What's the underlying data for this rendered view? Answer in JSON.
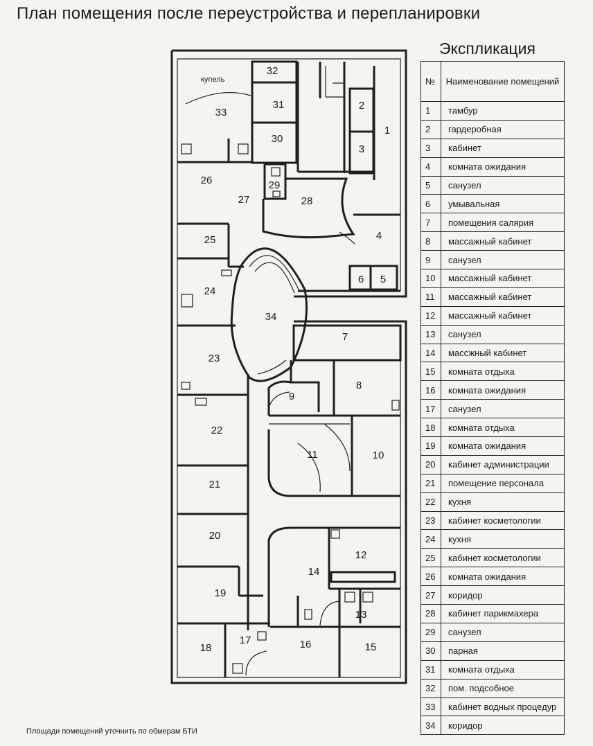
{
  "title": "План помещения после переустройства и перепланировки",
  "explication": {
    "heading": "Экспликация",
    "col_num": "№",
    "col_name": "Наименование помещений",
    "rows": [
      {
        "n": "1",
        "name": "тамбур"
      },
      {
        "n": "2",
        "name": "гардеробная"
      },
      {
        "n": "3",
        "name": "кабинет"
      },
      {
        "n": "4",
        "name": "комната ожидания"
      },
      {
        "n": "5",
        "name": "санузел"
      },
      {
        "n": "6",
        "name": "умывальная"
      },
      {
        "n": "7",
        "name": "помещения салярия"
      },
      {
        "n": "8",
        "name": "массажный кабинет"
      },
      {
        "n": "9",
        "name": "санузел"
      },
      {
        "n": "10",
        "name": "массажный кабинет"
      },
      {
        "n": "11",
        "name": "массажный кабинет"
      },
      {
        "n": "12",
        "name": "массажный кабинет"
      },
      {
        "n": "13",
        "name": "санузел"
      },
      {
        "n": "14",
        "name": "массжный кабинет"
      },
      {
        "n": "15",
        "name": "комната отдыха"
      },
      {
        "n": "16",
        "name": "комната ожидания"
      },
      {
        "n": "17",
        "name": "санузел"
      },
      {
        "n": "18",
        "name": "комната отдыха"
      },
      {
        "n": "19",
        "name": "комната ожидания"
      },
      {
        "n": "20",
        "name": "кабинет администрации"
      },
      {
        "n": "21",
        "name": "помещение персонала"
      },
      {
        "n": "22",
        "name": "кухня"
      },
      {
        "n": "23",
        "name": "кабинет косметологии"
      },
      {
        "n": "24",
        "name": "кухня"
      },
      {
        "n": "25",
        "name": "кабинет косметологии"
      },
      {
        "n": "26",
        "name": "комната ожидания"
      },
      {
        "n": "27",
        "name": "коридор"
      },
      {
        "n": "28",
        "name": "кабинет парикмахера"
      },
      {
        "n": "29",
        "name": "санузел"
      },
      {
        "n": "30",
        "name": "парная"
      },
      {
        "n": "31",
        "name": "комната отдыха"
      },
      {
        "n": "32",
        "name": "пом. подсобное"
      },
      {
        "n": "33",
        "name": "кабинет водных процедур"
      },
      {
        "n": "34",
        "name": "коридор"
      }
    ]
  },
  "plan": {
    "kupel_label": "купель",
    "rooms": [
      "1",
      "2",
      "3",
      "4",
      "5",
      "6",
      "7",
      "8",
      "9",
      "10",
      "11",
      "12",
      "13",
      "14",
      "15",
      "16",
      "17",
      "18",
      "19",
      "20",
      "21",
      "22",
      "23",
      "24",
      "25",
      "26",
      "27",
      "28",
      "29",
      "30",
      "31",
      "32",
      "33",
      "34"
    ]
  },
  "footnote": "Площади помещений уточнить по обмерам БТИ"
}
